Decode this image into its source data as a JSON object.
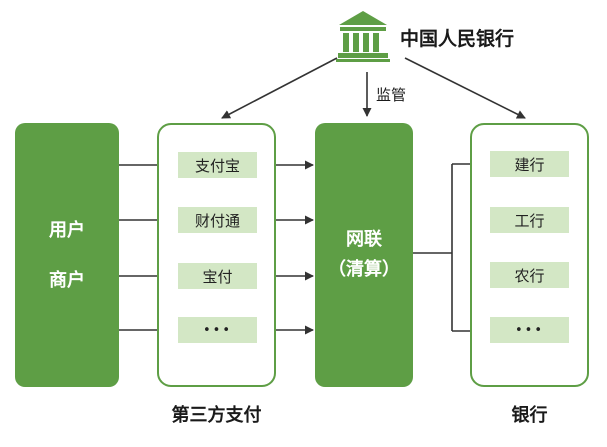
{
  "colors": {
    "primary_green": "#5e9e45",
    "chip_fill": "#d3e7c5",
    "arrow": "#333333"
  },
  "central_bank": {
    "icon": "bank-building-icon",
    "label": "中国人民银行"
  },
  "supervision_label": "监管",
  "users_box": {
    "line1": "用户",
    "line2": "商户"
  },
  "third_party": {
    "items": [
      "支付宝",
      "财付通",
      "宝付",
      "•••"
    ],
    "caption": "第三方支付"
  },
  "clearing": {
    "line1": "网联",
    "line2": "（清算）"
  },
  "banks": {
    "items": [
      "建行",
      "工行",
      "农行",
      "•••"
    ],
    "caption": "银行"
  }
}
